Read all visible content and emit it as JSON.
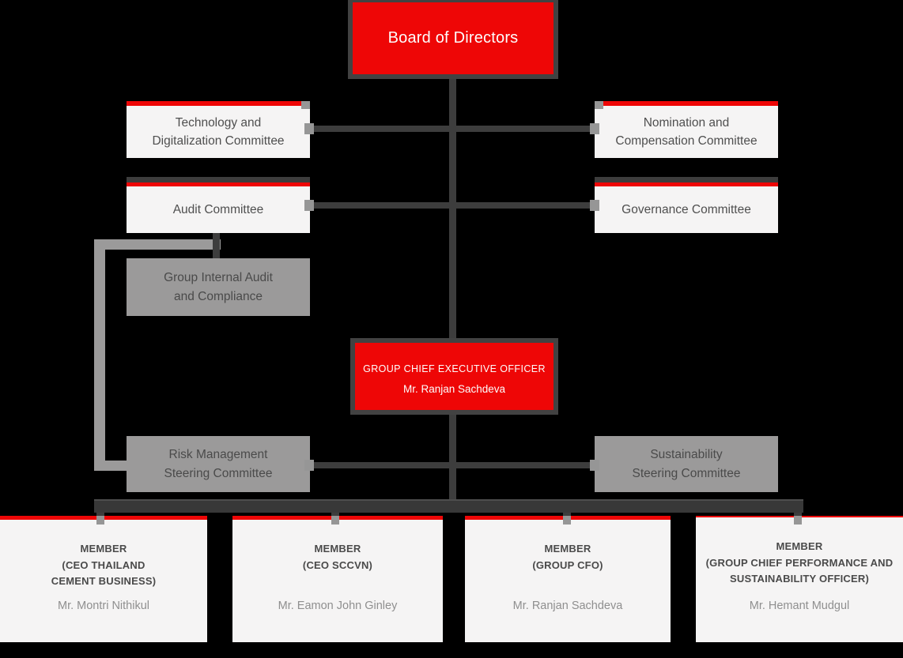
{
  "colors": {
    "background": "#000000",
    "red": "#ee0606",
    "dark_line": "#3d3d3d",
    "light_box": "#f5f4f4",
    "gray_box": "#9b9a9a",
    "box_text": "#4f4f4f",
    "member_name_text": "#8f8f8f",
    "node_border": "#424242"
  },
  "board": {
    "title": "Board of Directors"
  },
  "committees": {
    "technology": {
      "line1": "Technology and",
      "line2": "Digitalization Committee"
    },
    "nomination": {
      "line1": "Nomination and",
      "line2": "Compensation Committee"
    },
    "audit": {
      "label": "Audit Committee"
    },
    "governance": {
      "label": "Governance Committee"
    }
  },
  "internal_audit": {
    "line1": "Group Internal Audit",
    "line2": "and Compliance"
  },
  "ceo": {
    "title": "GROUP CHIEF EXECUTIVE OFFICER",
    "name": "Mr. Ranjan Sachdeva"
  },
  "steering": {
    "risk": {
      "line1": "Risk Management",
      "line2": "Steering Committee"
    },
    "sustainability": {
      "line1": "Sustainability",
      "line2": "Steering Committee"
    }
  },
  "members": [
    {
      "title1": "MEMBER",
      "title2": "(CEO THAILAND",
      "title3": "CEMENT BUSINESS)",
      "name": "Mr. Montri Nithikul"
    },
    {
      "title1": "MEMBER",
      "title2": "(CEO SCCVN)",
      "title3": "",
      "name": "Mr. Eamon John Ginley"
    },
    {
      "title1": "MEMBER",
      "title2": "(GROUP CFO)",
      "title3": "",
      "name": "Mr. Ranjan Sachdeva"
    },
    {
      "title1": "MEMBER",
      "title2": "(GROUP CHIEF PERFORMANCE AND",
      "title3": "SUSTAINABILITY OFFICER)",
      "name": "Mr. Hemant Mudgul"
    }
  ]
}
